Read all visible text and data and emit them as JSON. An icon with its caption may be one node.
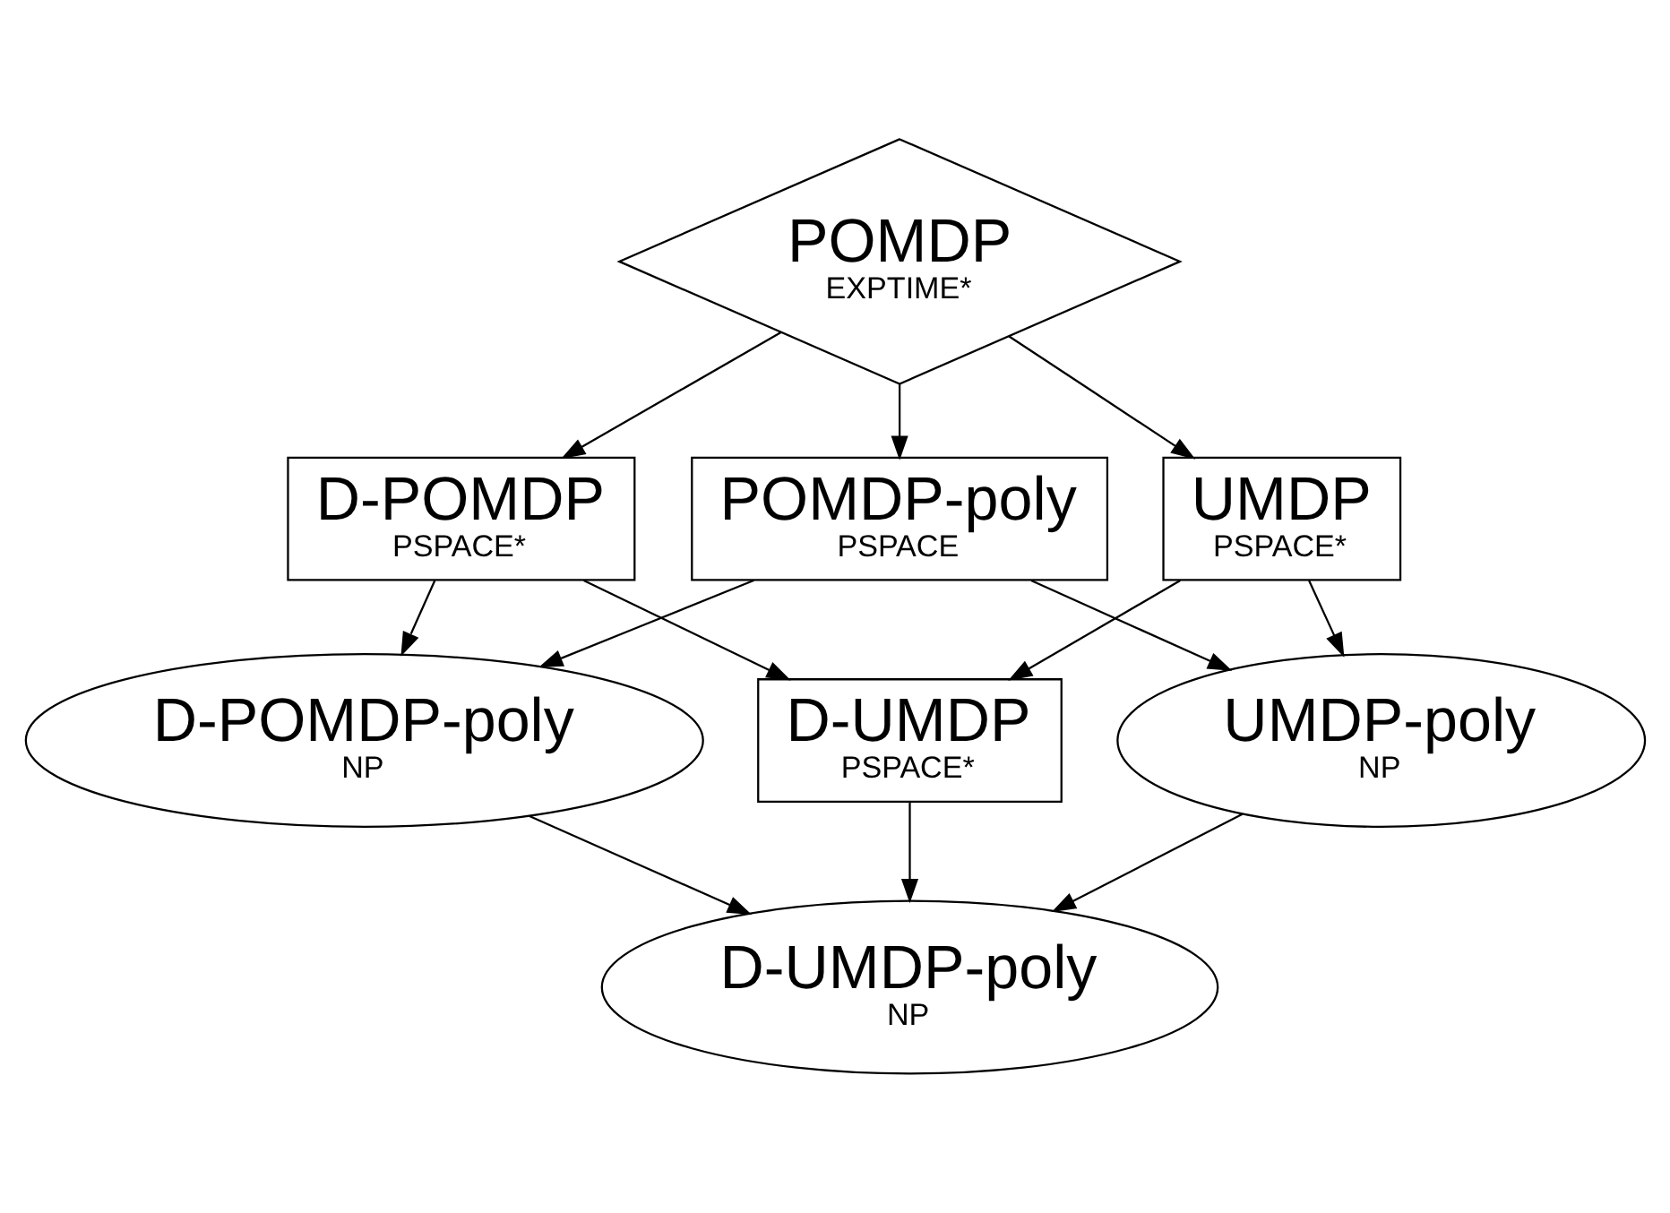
{
  "diagram": {
    "nodes": [
      {
        "text": [
          "POMDP",
          "EXPTIME*"
        ]
      },
      {
        "text": [
          "D-POMDP",
          "PSPACE*"
        ]
      },
      {
        "text": [
          "POMDP-poly",
          "PSPACE"
        ]
      },
      {
        "text": [
          "UMDP",
          "PSPACE*"
        ]
      },
      {
        "text": [
          "D-POMDP-poly",
          "NP"
        ]
      },
      {
        "text": [
          "D-UMDP",
          "PSPACE*"
        ]
      },
      {
        "text": [
          "UMDP-poly",
          "NP"
        ]
      },
      {
        "text": [
          "D-UMDP-poly",
          "NP"
        ]
      }
    ],
    "edges": [
      {
        "from": 0,
        "to": 1,
        "arrow": "to"
      },
      {
        "from": 0,
        "to": 2,
        "arrow": "to"
      },
      {
        "from": 0,
        "to": 3,
        "arrow": "to"
      },
      {
        "from": 1,
        "to": 4,
        "arrow": "to"
      },
      {
        "from": 1,
        "to": 5,
        "arrow": "to"
      },
      {
        "from": 2,
        "to": 4,
        "arrow": "to"
      },
      {
        "from": 2,
        "to": 6,
        "arrow": "to"
      },
      {
        "from": 3,
        "to": 5,
        "arrow": "to"
      },
      {
        "from": 3,
        "to": 6,
        "arrow": "to"
      },
      {
        "from": 4,
        "to": 7,
        "arrow": "to"
      },
      {
        "from": 5,
        "to": 7,
        "arrow": "to"
      },
      {
        "from": 6,
        "to": 7,
        "arrow": "to"
      }
    ]
  }
}
